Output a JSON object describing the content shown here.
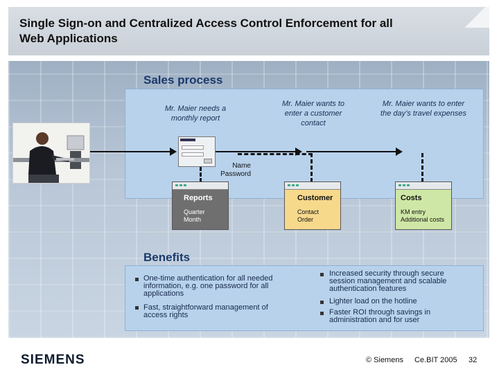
{
  "slide": {
    "title": "Single Sign-on and Centralized Access Control Enforcement for all\nWeb Applications"
  },
  "sales": {
    "heading": "Sales process",
    "steps": [
      "Mr. Maier needs a\nmonthly report",
      "Mr. Maier wants to\nenter a customer\ncontact",
      "Mr. Maier wants to enter\nthe day’s travel expenses"
    ],
    "login": {
      "name_label": "Name",
      "password_label": "Password"
    },
    "apps": [
      {
        "title": "Reports",
        "lines": [
          "Quarter",
          "Month"
        ],
        "color": "#6f6f6f"
      },
      {
        "title": "Customer",
        "lines": [
          "Contact",
          "Order"
        ],
        "color": "#f7d98c"
      },
      {
        "title": "Costs",
        "lines": [
          "KM entry",
          "Additional costs"
        ],
        "color": "#cfe7a6"
      }
    ]
  },
  "benefits": {
    "heading": "Benefits",
    "left": [
      "One-time authentication for all needed\ninformation, e.g. one password for all\napplications",
      "Fast, straightforward management of\naccess rights"
    ],
    "right": [
      "Increased security through secure\nsession management and scalable\nauthentication features",
      "Lighter load on the hotline",
      "Faster ROI through savings in\nadministration and for user"
    ]
  },
  "footer": {
    "logo": "SIEMENS",
    "copyright": "© Siemens",
    "event": "Ce.BIT 2005",
    "page": "32"
  },
  "colors": {
    "panel": "#b8d2ec",
    "heading": "#1b3a6b"
  }
}
